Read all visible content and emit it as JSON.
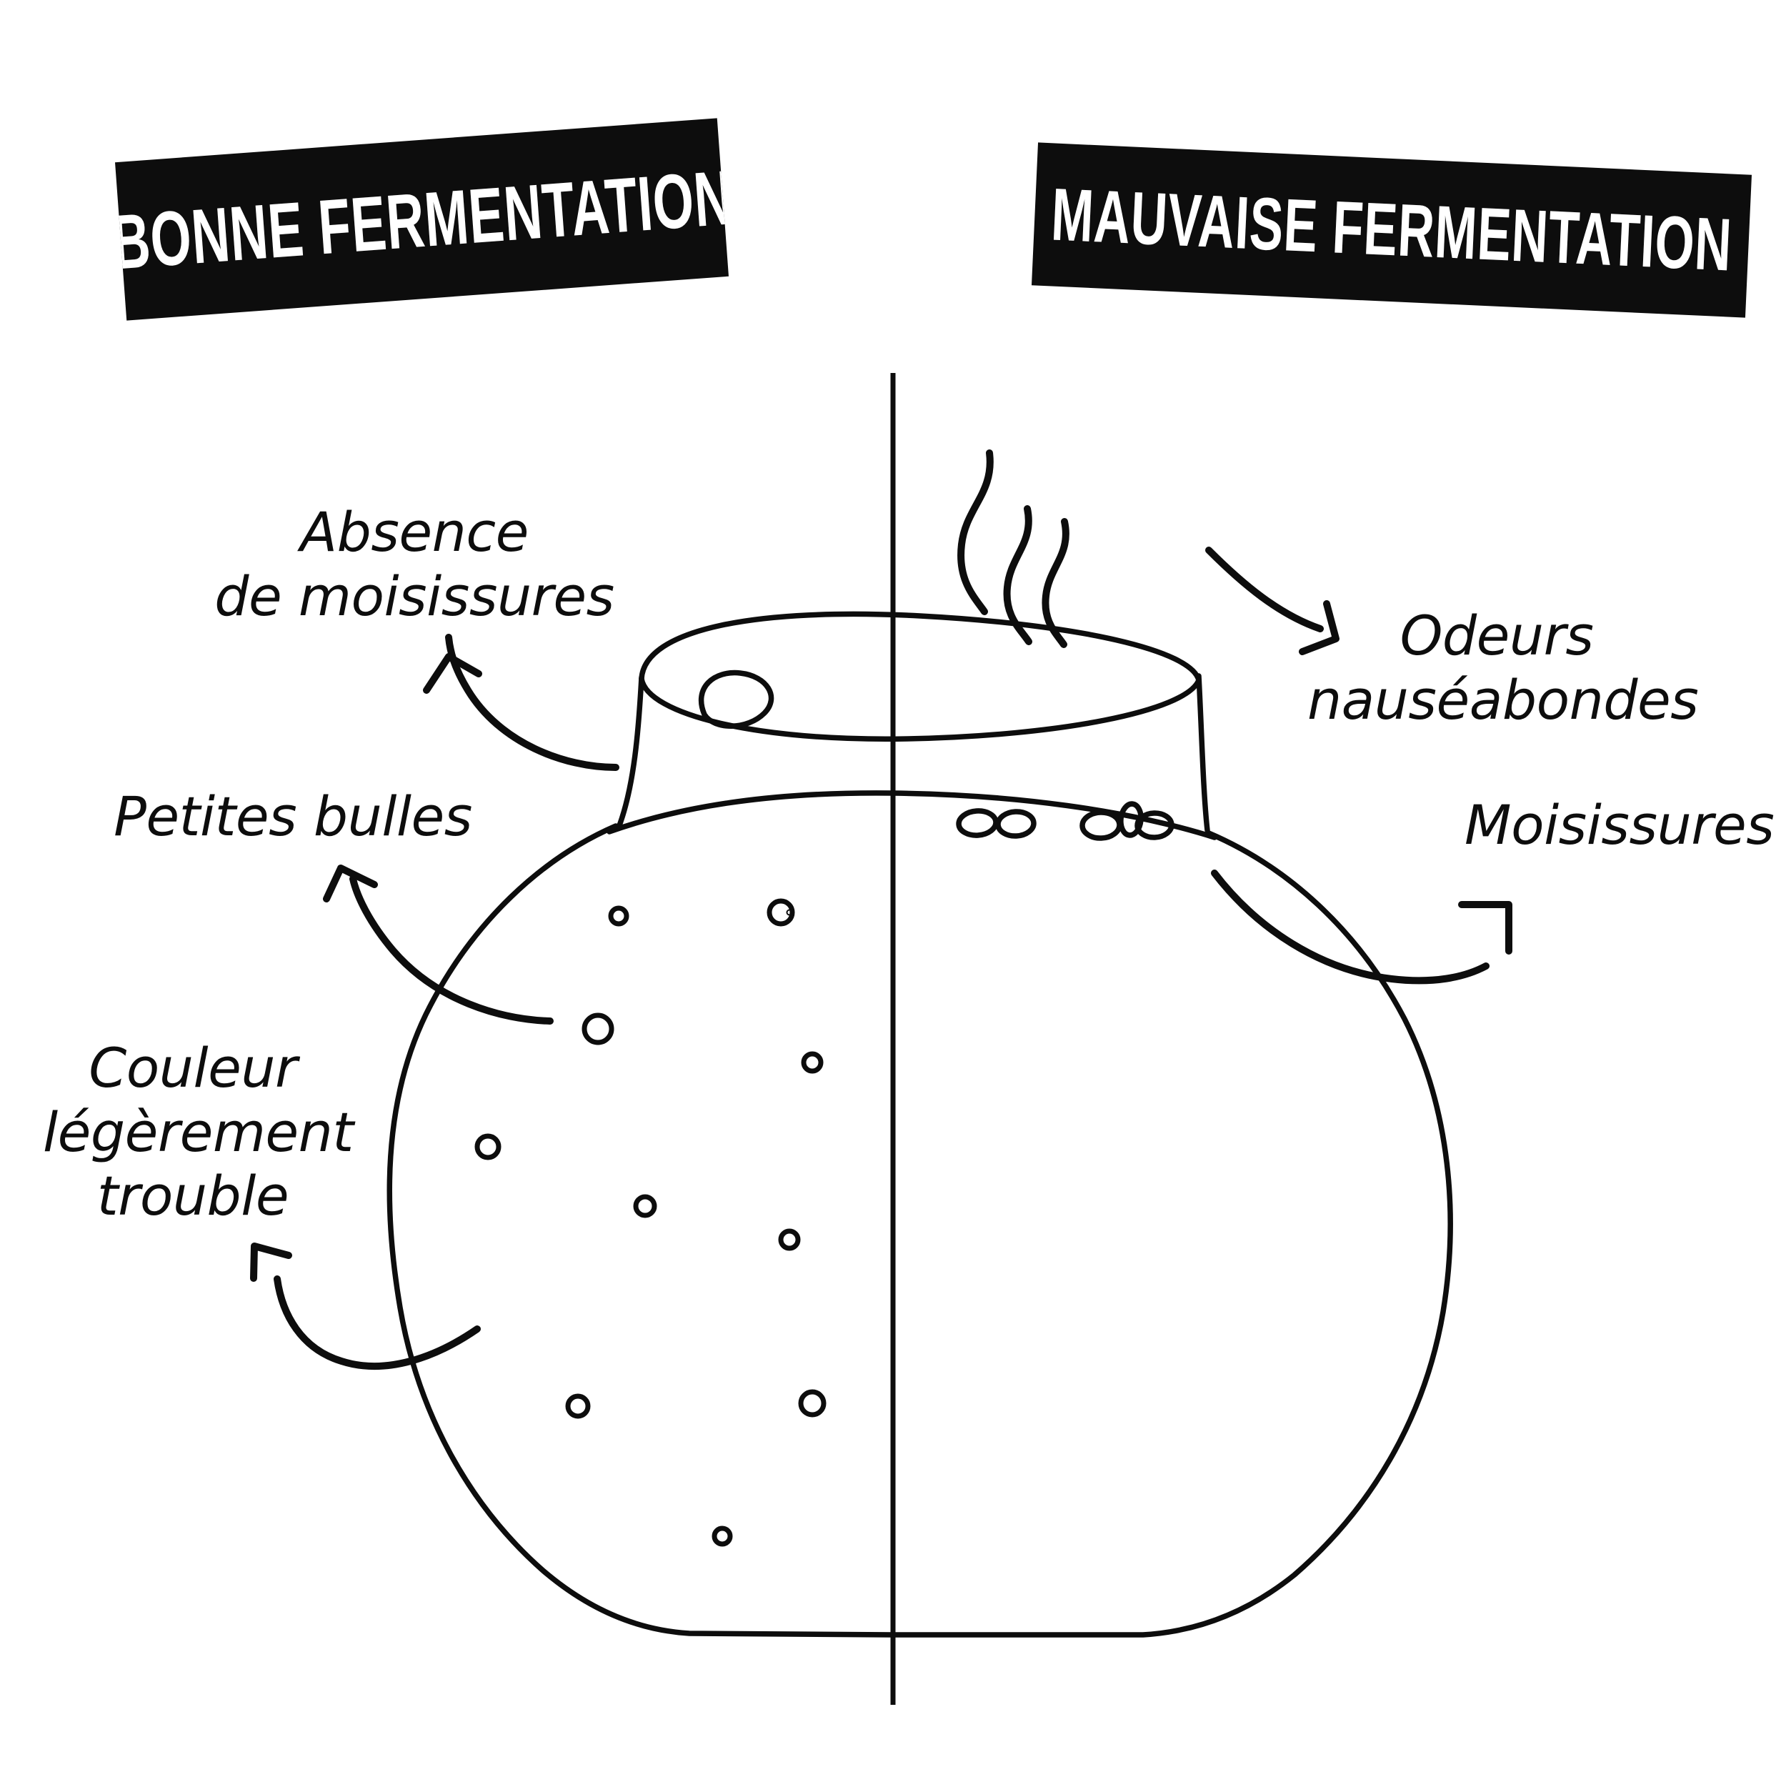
{
  "banners": {
    "good": {
      "label": "BONNE FERMENTATION"
    },
    "bad": {
      "label": "MAUVAISE FERMENTATION"
    }
  },
  "labels": {
    "absence_de_moisissures": "Absence\nde moisissures",
    "petites_bulles": "Petites bulles",
    "couleur_legerement_trouble": "Couleur\nlégèrement\ntrouble",
    "odeurs_nauseabondes": "Odeurs\nnauséabondes",
    "moisissures": "Moisissures"
  },
  "colors": {
    "ink": "#0d0d0d",
    "paper": "#ffffff",
    "banner_background": "#0d0d0d",
    "banner_text": "#ffffff"
  },
  "diagram": {
    "subject": "fermentation-jar",
    "split": "vertical-center-divider",
    "left_side": "bonne fermentation",
    "right_side": "mauvaise fermentation",
    "bubble_count": 11,
    "mold_blob_count": 5,
    "stink_squiggle_count": 3,
    "arrow_count": 5
  }
}
